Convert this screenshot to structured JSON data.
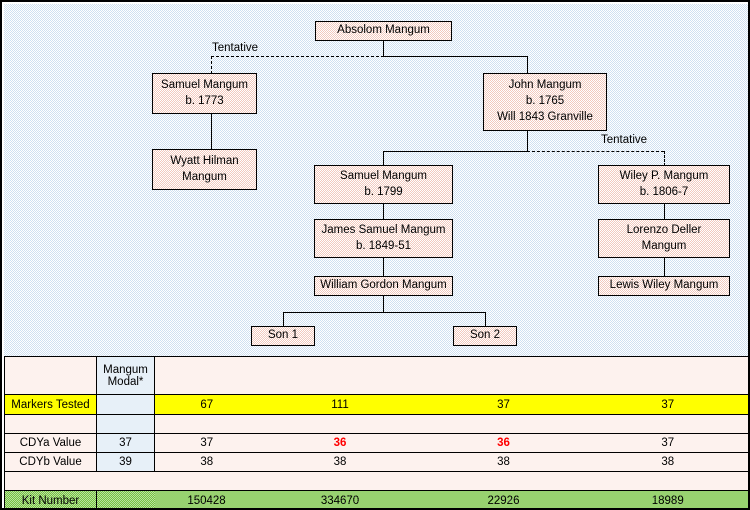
{
  "tree": {
    "tentative_label_left": "Tentative",
    "tentative_label_right": "Tentative",
    "nodes": {
      "absolom": {
        "line1": "Absolom Mangum"
      },
      "samuel1773": {
        "line1": "Samuel Mangum",
        "line2": "b. 1773"
      },
      "wyatt": {
        "line1": "Wyatt Hilman",
        "line2": "Mangum"
      },
      "john1765": {
        "line1": "John Mangum",
        "line2": "b. 1765",
        "line3": "Will 1843 Granville"
      },
      "samuel1799": {
        "line1": "Samuel Mangum",
        "line2": "b. 1799"
      },
      "james": {
        "line1": "James Samuel Mangum",
        "line2": "b. 1849-51"
      },
      "william": {
        "line1": "William Gordon Mangum"
      },
      "son1": {
        "line1": "Son 1"
      },
      "son2": {
        "line1": "Son 2"
      },
      "wiley": {
        "line1": "Wiley P. Mangum",
        "line2": "b. 1806-7"
      },
      "lorenzo": {
        "line1": "Lorenzo Deller",
        "line2": "Mangum"
      },
      "lewis": {
        "line1": "Lewis Wiley Mangum"
      }
    }
  },
  "table": {
    "header_modal": {
      "line1": "Mangum",
      "line2": "Modal*"
    },
    "rows": {
      "markers_tested": {
        "label": "Markers Tested",
        "modal": "",
        "values": [
          "67",
          "111",
          "37",
          "37"
        ]
      },
      "cdya": {
        "label": "CDYa Value",
        "modal": "37",
        "values": [
          "37",
          "36",
          "36",
          "37"
        ]
      },
      "cdyb": {
        "label": "CDYb Value",
        "modal": "39",
        "values": [
          "38",
          "38",
          "38",
          "38"
        ]
      },
      "kit_number": {
        "label": "Kit Number",
        "modal": "",
        "values": [
          "150428",
          "334670",
          "22926",
          "18989"
        ]
      }
    }
  },
  "colors": {
    "panel_blue": "#cfe0f1",
    "node_pink": "#f2c9bd",
    "table_peach": "#fbe6dd",
    "highlight_yellow": "#ffff00",
    "highlight_green": "#76c340",
    "mismatch_red": "#ff0000",
    "border_black": "#000000"
  }
}
